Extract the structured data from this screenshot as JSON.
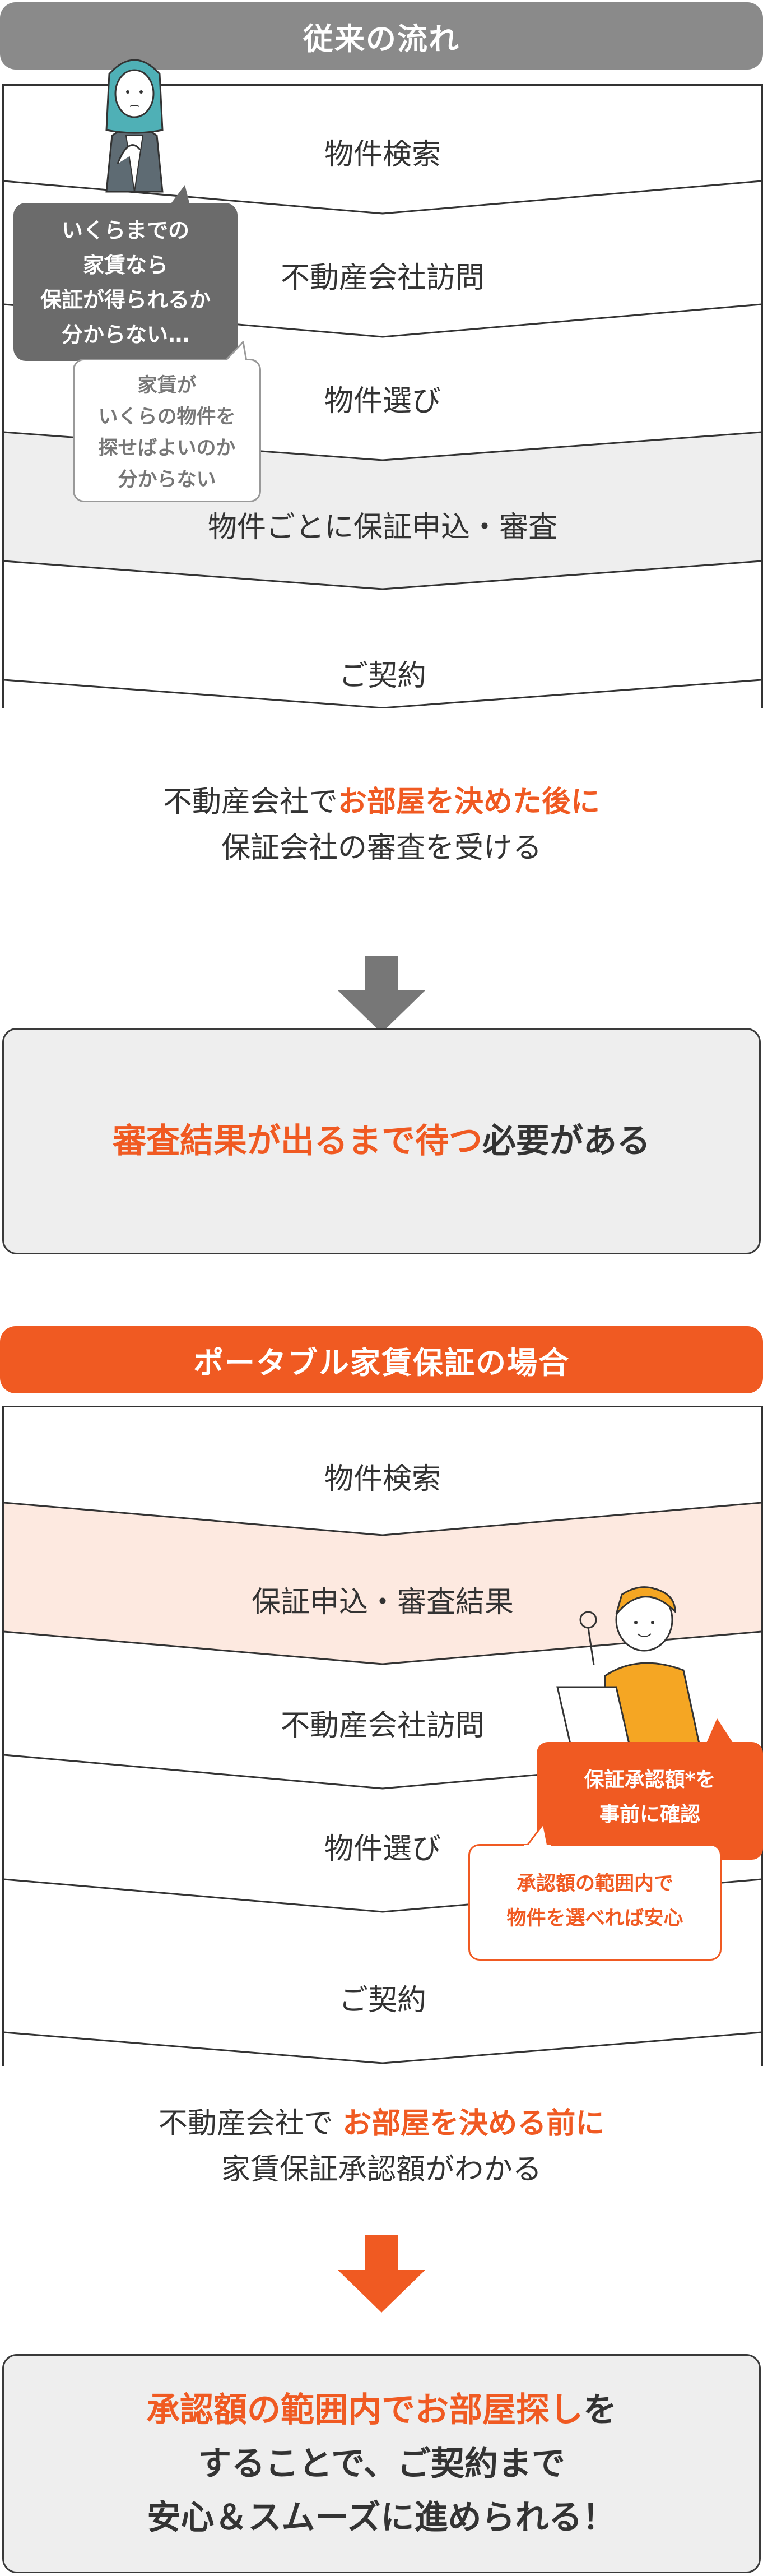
{
  "section1": {
    "title": "従来の流れ",
    "steps": [
      "物件検索",
      "不動産会社訪問",
      "物件選び",
      "物件ごとに保証申込・審査",
      "ご契約"
    ],
    "bubble_dark": [
      "いくらまでの",
      "家賃なら",
      "保証が得られるか",
      "分からない…"
    ],
    "bubble_light": [
      "家賃が",
      "いくらの物件を",
      "探せばよいのか",
      "分からない"
    ],
    "summary_line1_pre": "不動産会社で",
    "summary_line1_hl": "お部屋を決めた後に",
    "summary_line2": "保証会社の審査を受ける",
    "result_hl": "審査結果が出るまで待つ",
    "result_rest": "必要がある"
  },
  "section2": {
    "title": "ポータブル家賃保証の場合",
    "steps": [
      "物件検索",
      "保証申込・審査結果",
      "不動産会社訪問",
      "物件選び",
      "ご契約"
    ],
    "bubble_orange": [
      "保証承認額*を",
      "事前に確認"
    ],
    "bubble_outline": [
      "承認額の範囲内で",
      "物件を選べれば安心"
    ],
    "summary_line1_pre": "不動産会社で ",
    "summary_line1_hl": "お部屋を決める前に",
    "summary_line2": "家賃保証承認額がわかる",
    "result_line1_hl": "承認額の範囲内でお部屋探し",
    "result_line1_rest": "を",
    "result_line2": "することで、ご契約まで",
    "result_line3": "安心＆スムーズに進められる！"
  },
  "colors": {
    "accent": "#f05a22",
    "gray_header": "#8a8a8a",
    "dark_bubble": "#6b6b6b",
    "band_gray": "#eeeeee",
    "band_peach": "#fde9e0"
  }
}
